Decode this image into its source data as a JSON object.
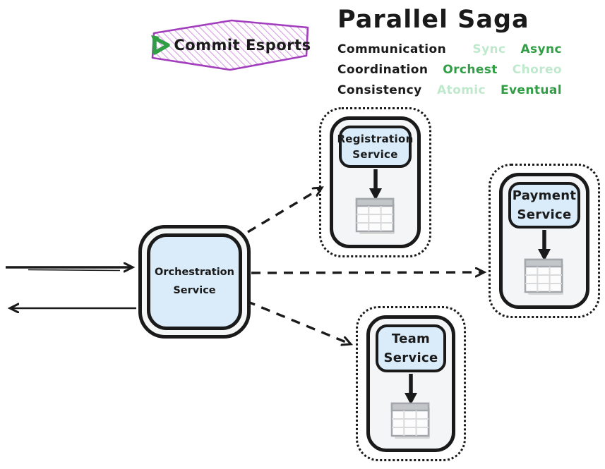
{
  "banner": {
    "label": "Commit Esports",
    "icon": "commit-play-icon",
    "border_color": "#a23ebe",
    "hatch_color": "#d59ae4",
    "icon_color": "#2f9e44"
  },
  "header": {
    "title": "Parallel Saga"
  },
  "legend": {
    "active_color": "#2f9e44",
    "inactive_color": "#bfe9cc",
    "rows": [
      {
        "label": "Communication",
        "options": [
          {
            "text": "Sync",
            "active": false
          },
          {
            "text": "Async",
            "active": true
          }
        ]
      },
      {
        "label": "Coordination",
        "options": [
          {
            "text": "Orchest",
            "active": true
          },
          {
            "text": "Choreo",
            "active": false
          }
        ]
      },
      {
        "label": "Consistency",
        "options": [
          {
            "text": "Atomic",
            "active": false
          },
          {
            "text": "Eventual",
            "active": true
          }
        ]
      }
    ]
  },
  "diagram": {
    "orchestrator": {
      "label": "Orchestration Service"
    },
    "services": [
      {
        "id": "registration",
        "label": "Registration Service",
        "has_database": true
      },
      {
        "id": "payment",
        "label": "Payment Service",
        "has_database": true
      },
      {
        "id": "team",
        "label": "Team Service",
        "has_database": true
      }
    ],
    "edges": [
      {
        "from": "external",
        "to": "orchestration-service",
        "style": "solid",
        "direction": "in"
      },
      {
        "from": "orchestration-service",
        "to": "external",
        "style": "solid",
        "direction": "out"
      },
      {
        "from": "orchestration-service",
        "to": "registration-service",
        "style": "dashed"
      },
      {
        "from": "orchestration-service",
        "to": "payment-service",
        "style": "dashed"
      },
      {
        "from": "orchestration-service",
        "to": "team-service",
        "style": "dashed"
      }
    ],
    "node_fill": "#daecfa",
    "container_fill": "#f3f5f7",
    "stroke_color": "#1a1a1a"
  }
}
